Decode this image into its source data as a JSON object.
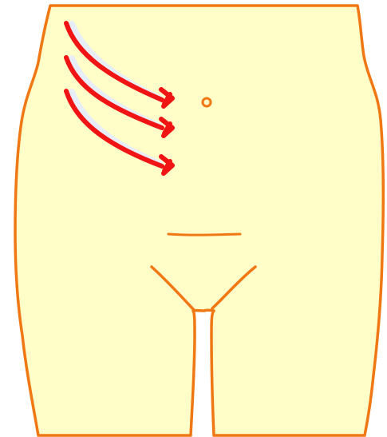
{
  "diagram": {
    "subject": "lower-torso-front-view",
    "colors": {
      "skin_fill": "#FFFDC8",
      "outline": "#F07814",
      "arrow": "#F01414",
      "arrow_shadow": "#E8EEF8"
    },
    "marks": {
      "navel": "navel-circle",
      "arrow_count": 3,
      "arrow_direction": "down-right-toward-navel"
    }
  }
}
